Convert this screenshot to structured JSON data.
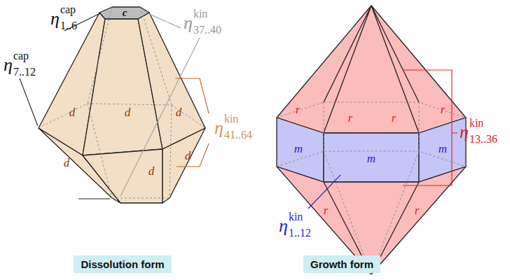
{
  "diagram": {
    "nodes": [
      {
        "text": [
          "Dissolution form"
        ]
      },
      {
        "text": [
          "Growth form"
        ]
      }
    ],
    "labels": [
      "η",
      "cap",
      "1..6",
      "η",
      "kin",
      "37..40",
      "c",
      "η",
      "cap",
      "7..12",
      "d",
      "d",
      "d",
      "η",
      "kin",
      "41..64",
      "d",
      "d",
      "d",
      "r",
      "r",
      "r",
      "r",
      "η",
      "kin",
      "13..36",
      "m",
      "m",
      "m",
      "η",
      "kin",
      "1..12",
      "r",
      "r"
    ]
  }
}
